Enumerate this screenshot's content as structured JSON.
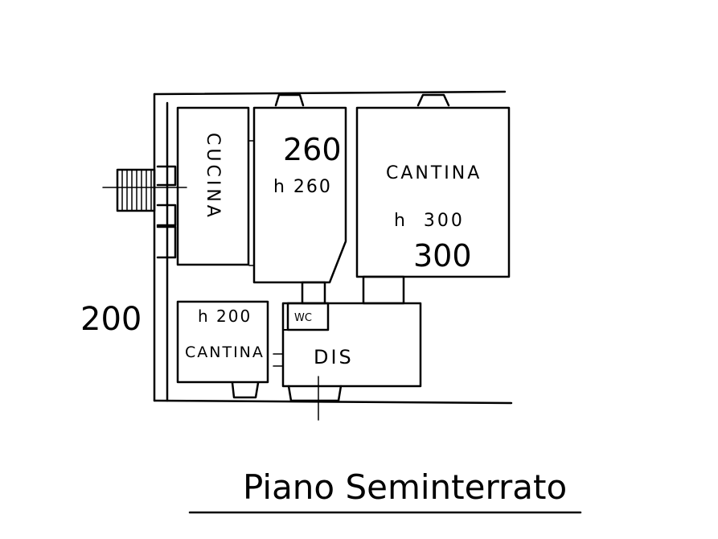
{
  "plan": {
    "title": "Piano Seminterrato",
    "rooms": {
      "cucina": {
        "label": "CUCINA"
      },
      "room_260": {
        "big_label": "260",
        "height_label": "h 260"
      },
      "cantina_large": {
        "label": "CANTINA",
        "height_label": "h  300",
        "big_label": "300"
      },
      "cantina_small": {
        "label": "CANTINA",
        "height_label": "h 200"
      },
      "wc": {
        "label": "WC"
      },
      "dis": {
        "label": "DIS"
      }
    },
    "side_label": "200",
    "colors": {
      "ink": "#000000",
      "paper": "#ffffff"
    }
  }
}
